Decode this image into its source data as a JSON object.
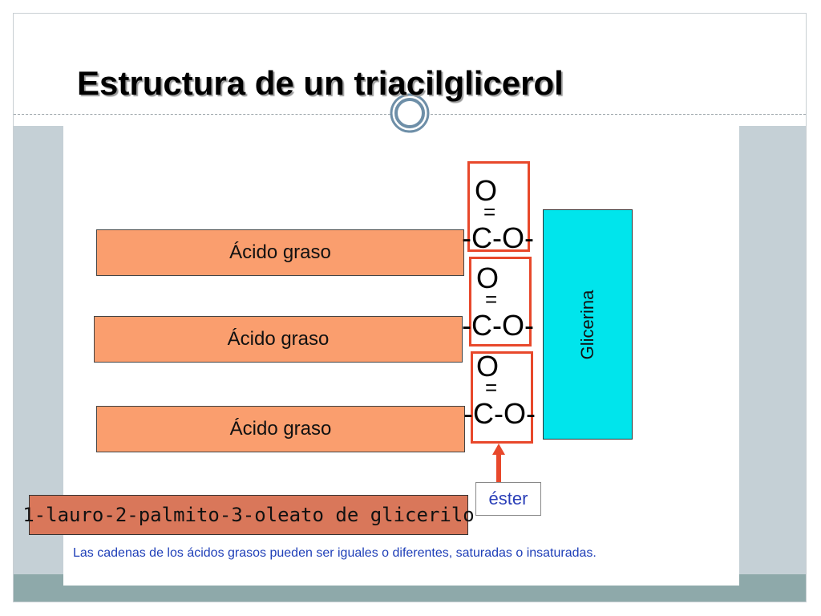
{
  "slide": {
    "title": "Estructura de un triacilglicerol",
    "acids": [
      {
        "label": "Ácido graso"
      },
      {
        "label": "Ácido graso"
      },
      {
        "label": "Ácido graso"
      }
    ],
    "ester_groups": [
      {
        "o_top": "O",
        "bond": "=",
        "chain": "-C-O-"
      },
      {
        "o_top": "O",
        "bond": "=",
        "chain": "-C-O-"
      },
      {
        "o_top": "O",
        "bond": "=",
        "chain": "-C-O-"
      }
    ],
    "glycerol_label": "Glicerina",
    "ester_label": "éster",
    "compound_name": "1-lauro-2-palmito-3-oleato de glicerilo",
    "caption": "Las cadenas de los ácidos grasos pueden ser iguales o diferentes, saturadas o insaturadas.",
    "colors": {
      "acid_fill": "#fa9e6e",
      "glycerol_fill": "#00e5ec",
      "ester_border": "#e8482b",
      "name_fill": "#d9775a",
      "caption_text": "#1f3fb8",
      "side_band": "#c5d0d6",
      "bottom_band": "#8ea9aa"
    }
  }
}
